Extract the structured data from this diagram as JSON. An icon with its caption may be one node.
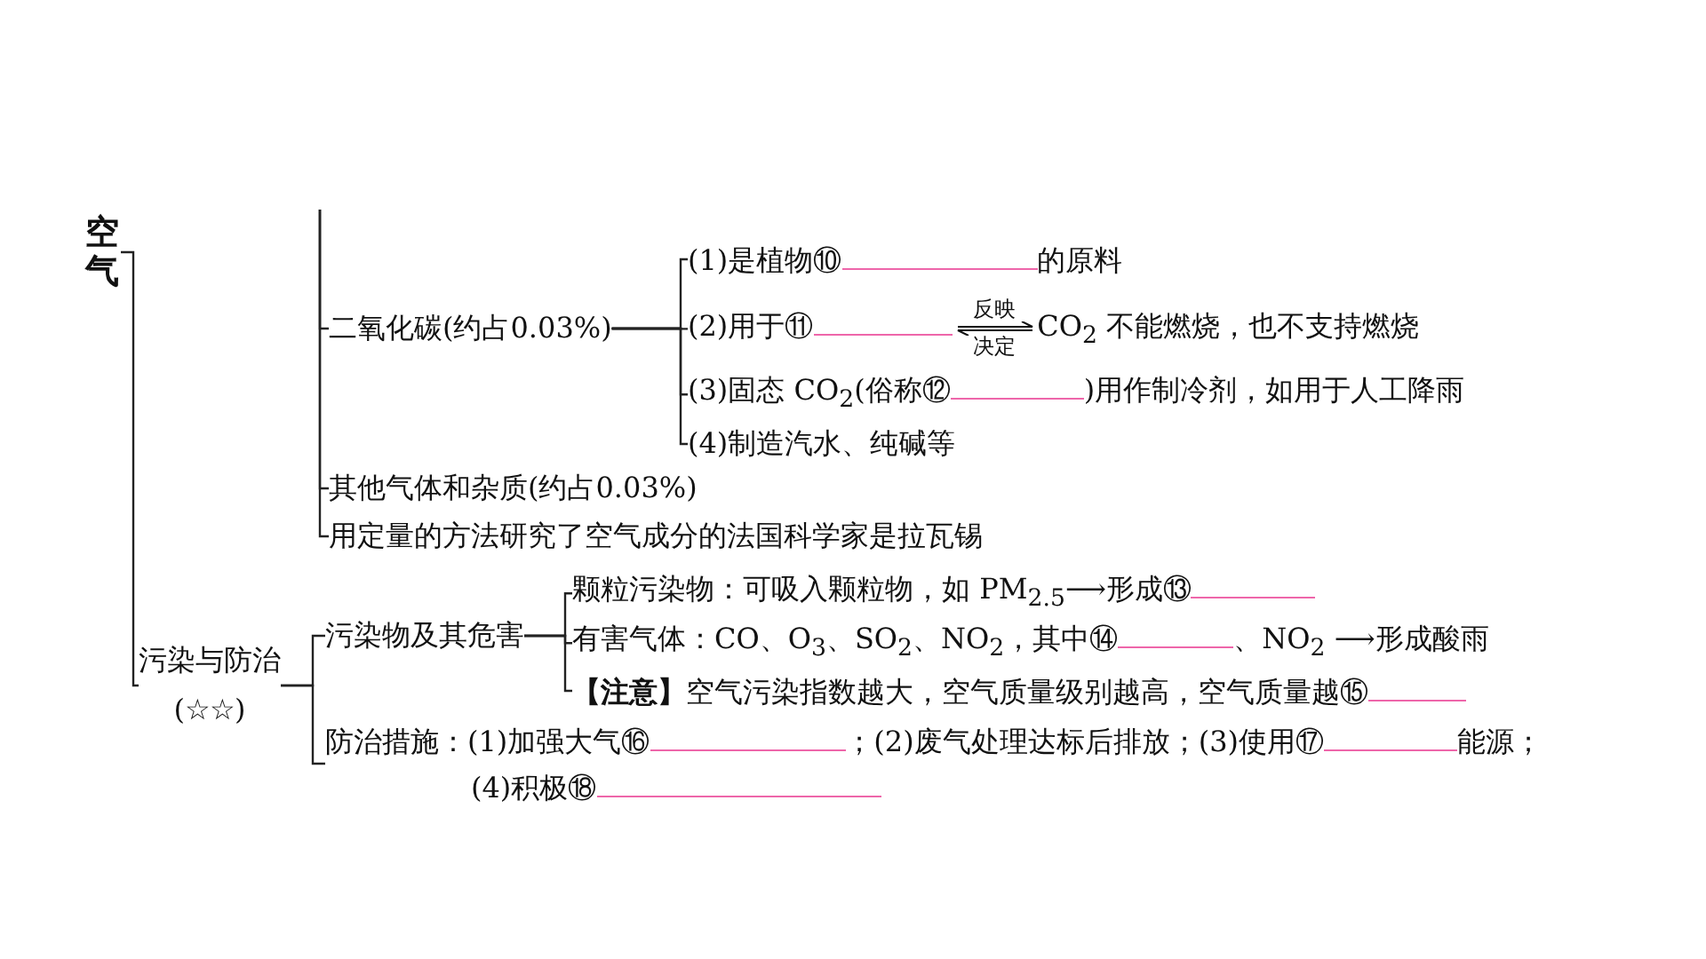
{
  "diagram": {
    "nodes": [
      {
        "text": [
          "空气"
        ]
      },
      {
        "text": [
          "二氧化碳(约占0.03%)"
        ]
      },
      {
        "text": [
          "(1)是植物⑩",
          "的原料"
        ]
      },
      {
        "text": [
          "(2)用于⑪",
          "反映",
          "决定",
          "CO$_{2}$ 不能燃烧，也不支持燃烧"
        ]
      },
      {
        "text": [
          "(3)固态 CO$_{2}$(俗称⑫",
          ")用作制冷剂，如用于人工降雨"
        ]
      },
      {
        "text": [
          "(4)制造汽水、纯碱等"
        ]
      },
      {
        "text": [
          "其他气体和杂质(约占0.03%)"
        ]
      },
      {
        "text": [
          "用定量的方法研究了空气成分的法国科学家是拉瓦锡"
        ]
      },
      {
        "text": [
          "污染与防治",
          "(☆☆)"
        ]
      },
      {
        "text": [
          "污染物及其危害"
        ]
      },
      {
        "text": [
          "颗粒污染物：可吸入颗粒物，如 PM$_{2.5}$⟶形成⑬"
        ]
      },
      {
        "text": [
          "有害气体：CO、O$_{3}$、SO$_{2}$、NO$_{2}$，其中⑭",
          "、NO$_{2}$ ⟶形成酸雨"
        ]
      },
      {
        "text": [
          "**【注意】**空气污染指数越大，空气质量级别越高，空气质量越⑮"
        ]
      },
      {
        "text": [
          "防治措施：(1)加强大气⑯",
          "；(2)废气处理达标后排放；(3)使用⑰",
          "能源；",
          "(4)积极⑱"
        ]
      }
    ],
    "edges": [
      {
        "from": null,
        "to": 1,
        "arrow": "none"
      },
      {
        "from": null,
        "to": 6,
        "arrow": "none"
      },
      {
        "from": null,
        "to": 7,
        "arrow": "none"
      },
      {
        "from": 0,
        "to": 8,
        "arrow": "none"
      },
      {
        "from": 1,
        "to": 2,
        "arrow": "none"
      },
      {
        "from": 1,
        "to": 3,
        "arrow": "none"
      },
      {
        "from": 1,
        "to": 4,
        "arrow": "none"
      },
      {
        "from": 1,
        "to": 5,
        "arrow": "none"
      },
      {
        "from": 8,
        "to": 9,
        "arrow": "none"
      },
      {
        "from": 8,
        "to": 13,
        "arrow": "none"
      },
      {
        "from": 9,
        "to": 10,
        "arrow": "none"
      },
      {
        "from": 9,
        "to": 11,
        "arrow": "none"
      },
      {
        "from": 9,
        "to": 12,
        "arrow": "none"
      }
    ]
  }
}
